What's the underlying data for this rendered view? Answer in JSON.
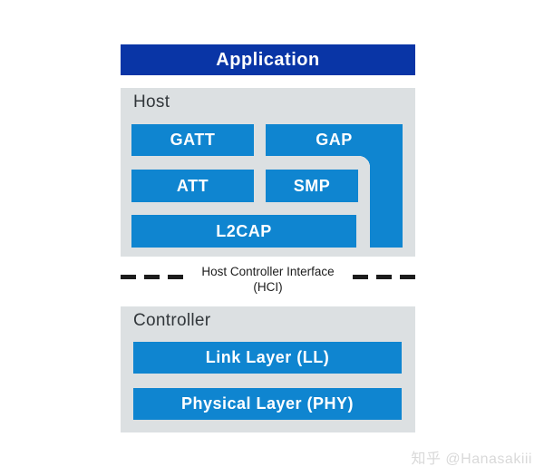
{
  "application": {
    "label": "Application"
  },
  "host": {
    "label": "Host",
    "boxes": {
      "gatt": "GATT",
      "gap": "GAP",
      "att": "ATT",
      "smp": "SMP",
      "l2cap": "L2CAP"
    }
  },
  "hci": {
    "line1": "Host Controller Interface",
    "line2": "(HCI)"
  },
  "controller": {
    "label": "Controller",
    "boxes": {
      "ll": "Link Layer (LL)",
      "phy": "Physical Layer (PHY)"
    }
  },
  "watermark": "知乎 @Hanasakiii",
  "colors": {
    "deep_blue": "#0935A6",
    "light_blue": "#0F85D0",
    "panel_gray": "#DCE0E2",
    "dash_black": "#1C1C1C",
    "watermark_gray": "#D9D9D9"
  }
}
